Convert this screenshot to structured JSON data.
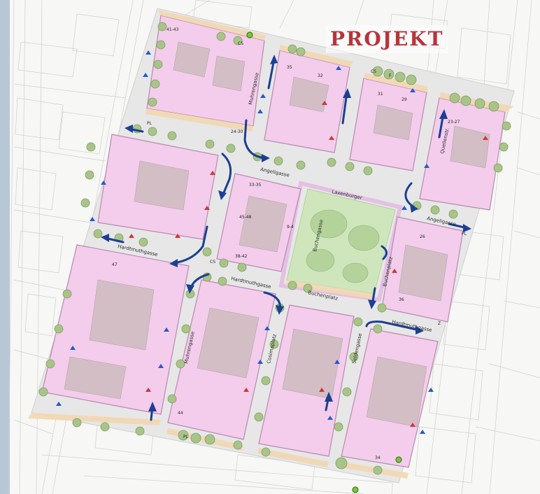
{
  "stamp": {
    "text": "PROJEKT",
    "color": "#b9343a"
  },
  "colors": {
    "block_fill": "#f3cdeb",
    "block_stroke": "#b889b0",
    "sidewalk": "#f2d7b1",
    "road": "#e5e5e5",
    "park": "#c9e3b5",
    "tree": "#9fbc7b",
    "arrow": "#1b3f93",
    "bg_lines": "#c7c7c7"
  },
  "streets": {
    "angelig_top": "Angeligasse",
    "hardtmuth_left": "Hardtmuthgasse",
    "angelig_right": "Angeligasse",
    "hardtmuth_right": "Hardtmuthgasse",
    "hardtmuth_mid": "Hardtmuthgasse",
    "muhrweg_top": "Muhrengasse",
    "muhrweg_bottom": "Muhrengasse",
    "cosimaplatz": "Cosimaplatz",
    "buchengasse": "Buchengasse",
    "buchenplatz_right": "Buchenplatz",
    "buchenplatz_bottom": "Buchenplatz",
    "seldengasse": "Seldengasse",
    "laxenburger_top": "Laxenburger",
    "quellen_right": "Quellenstr."
  },
  "labels": {
    "block_1": "41-43",
    "block_2": "35",
    "block_3": "33-35",
    "block_4": "45-48",
    "block_5": "9-4",
    "block_6": "38-42",
    "block_7": "24-30",
    "block_8": "31",
    "block_9": "44",
    "block_10": "36",
    "block_11": "47",
    "block_12": "23-27",
    "block_13": "34",
    "block_14": "29",
    "block_15": "32",
    "block_16": "26"
  },
  "plates": {
    "pl": "PL",
    "cs": "CS",
    "f": "F",
    "z": "Z"
  }
}
